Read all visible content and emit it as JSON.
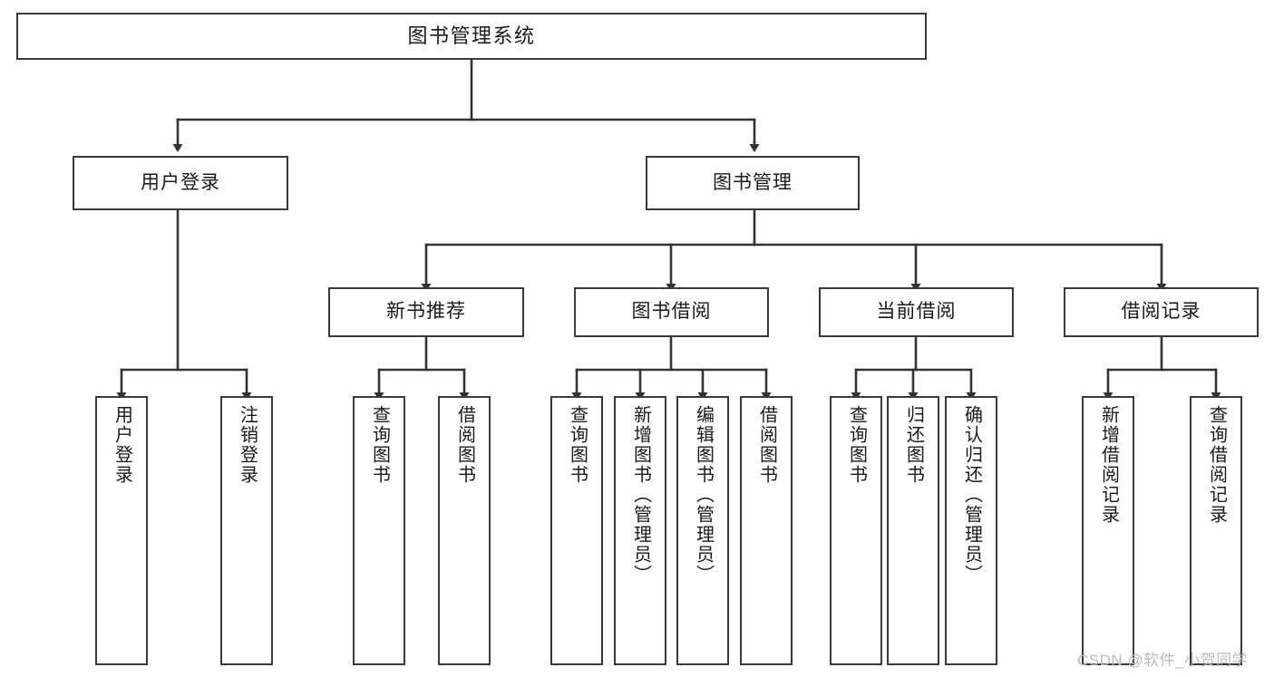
{
  "diagram": {
    "title": "图书管理系统",
    "type": "tree",
    "orientation": "top-down",
    "colors": {
      "background": "#ffffff",
      "node_border": "#3a3a3a",
      "node_fill": "#ffffff",
      "edge": "#333333",
      "text": "#1a1a1a",
      "watermark": "#b9b9b9"
    },
    "root": {
      "label": "图书管理系统"
    },
    "level1": [
      {
        "label": "用户登录"
      },
      {
        "label": "图书管理"
      }
    ],
    "level2": [
      {
        "label": "新书推荐"
      },
      {
        "label": "图书借阅"
      },
      {
        "label": "当前借阅"
      },
      {
        "label": "借阅记录"
      }
    ],
    "leaves": {
      "user_login": [
        {
          "label": "用户登录"
        },
        {
          "label": "注销登录"
        }
      ],
      "new_book_recommend": [
        {
          "label": "查询图书"
        },
        {
          "label": "借阅图书"
        }
      ],
      "book_borrow": [
        {
          "label": "查询图书"
        },
        {
          "label": "新增图书（管理员）"
        },
        {
          "label": "编辑图书（管理员）"
        },
        {
          "label": "借阅图书"
        }
      ],
      "current_borrow": [
        {
          "label": "查询图书"
        },
        {
          "label": "归还图书"
        },
        {
          "label": "确认归还（管理员）"
        }
      ],
      "borrow_record": [
        {
          "label": "新增借阅记录"
        },
        {
          "label": "查询借阅记录"
        }
      ]
    }
  },
  "watermark": {
    "text": "CSDN @软件_小贺同学"
  }
}
